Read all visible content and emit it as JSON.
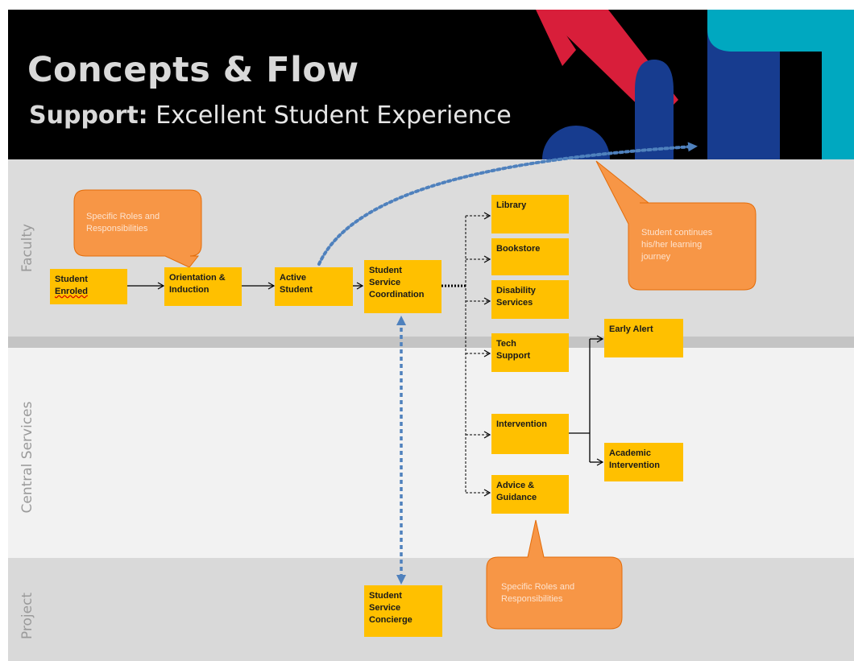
{
  "header": {
    "title": "Concepts & Flow",
    "subtitle_bold": "Support:",
    "subtitle_rest": " Excellent Student Experience"
  },
  "lanes": {
    "faculty": "Faculty",
    "central": "Central Services",
    "project": "Project"
  },
  "nodes": {
    "student_enroled": [
      "Student",
      "Enroled"
    ],
    "orientation": [
      "Orientation &",
      "Induction"
    ],
    "active_student": [
      "Active",
      "Student"
    ],
    "coordination": [
      "Student",
      "Service",
      "Coordination"
    ],
    "library": [
      "Library"
    ],
    "bookstore": [
      "Bookstore"
    ],
    "disability": [
      "Disability",
      "Services"
    ],
    "tech_support": [
      "Tech",
      "Support"
    ],
    "intervention": [
      "Intervention"
    ],
    "advice": [
      "Advice &",
      "Guidance"
    ],
    "early_alert": [
      "Early Alert"
    ],
    "academic": [
      "Academic",
      "Intervention"
    ],
    "concierge": [
      "Student",
      "Service",
      "Concierge"
    ]
  },
  "callouts": {
    "roles_top": [
      "Specific Roles and",
      "Responsibilities"
    ],
    "continues": [
      "Student continues",
      "his/her learning",
      "journey"
    ],
    "roles_bottom": [
      "Specific Roles and",
      "Responsibilities"
    ]
  },
  "colors": {
    "box_fill": "#ffc000",
    "callout_fill": "#f79646",
    "dotted_link": "#4f81bd",
    "header_bg": "#000000"
  }
}
